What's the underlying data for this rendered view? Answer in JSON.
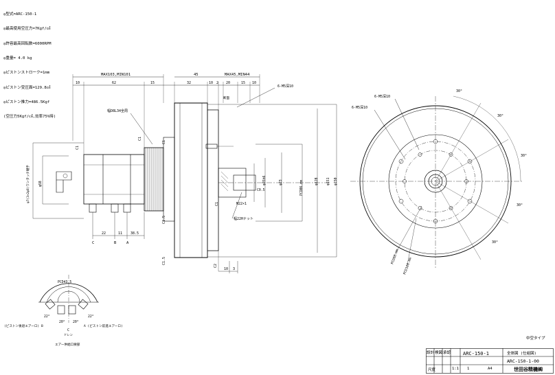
{
  "spec": {
    "lines": [
      "◎型式=ARC-150-1",
      "◎最高使用空圧力=7Kgf/㎠",
      "◎許容最高回転数=6000RPM",
      "◎重量= 4.0 kg",
      "◎ピストンストローク=1mm",
      "◎ピストン受圧面=129.8㎠",
      "◎ピストン推力=486.5Kgf",
      "(空圧力5Kgf/㎠,効率75%時)"
    ]
  },
  "side_view": {
    "overall_label": "MAX103,MIN101",
    "dim_45": "45",
    "right_label": "MAX45,MIN44",
    "dims_top": [
      "10",
      "62",
      "15",
      "32",
      "10",
      "2",
      "20",
      "15",
      "10"
    ],
    "note_6m5": "6-M5深10",
    "note_sect": "断面",
    "note_width": "幅D8L34全周",
    "dia_labels": [
      "φ58",
      "φ35h6",
      "φ23",
      "PCD86.mm",
      "φ128",
      "φ150",
      "φ151"
    ],
    "bottom_dims": [
      "22",
      "11",
      "38.5",
      "10",
      "3"
    ],
    "port_letters": [
      "C",
      "B",
      "A"
    ],
    "chamfers": [
      "C1",
      "C1",
      "C1",
      "C1",
      "C1.5",
      "C1.5",
      "C2",
      "C0.5"
    ],
    "thread": "M22×1",
    "note_nut": "幅22Hナット",
    "note_connector": "φ7(3×2φ8)ワンタッチ継手"
  },
  "front_view": {
    "note_a": "6-M5深10",
    "note_b": "6-M5深10",
    "angles": [
      "30°",
      "30°",
      "30°",
      "30°",
      "30°"
    ],
    "pcd1": "PCD86.mm",
    "pcd2": "PCD120.mm"
  },
  "port_view": {
    "pcd": "PCD43.5",
    "angles": [
      "22°",
      "22°",
      "20°",
      "20°"
    ],
    "label_b": "(ピストン後退エアーロ) B",
    "label_c": "C",
    "label_drain": "ドレン",
    "label_a": "A (ピストン前進エアーロ)",
    "caption": "エアー供給口要部"
  },
  "title_block": {
    "type_label": "中空タイプ",
    "header": [
      "設計",
      "検図",
      "承認"
    ],
    "model": "ARC-150-1",
    "drawing_kind": "全体図 (仕組図)",
    "drawing_no": "ARC-150-1-00",
    "row3": [
      "",
      "",
      "",
      "",
      "",
      ""
    ],
    "scale_label": "尺度",
    "scale": "1:1",
    "qty": "1",
    "size": "A4",
    "company": "世田谷精機㈱"
  }
}
